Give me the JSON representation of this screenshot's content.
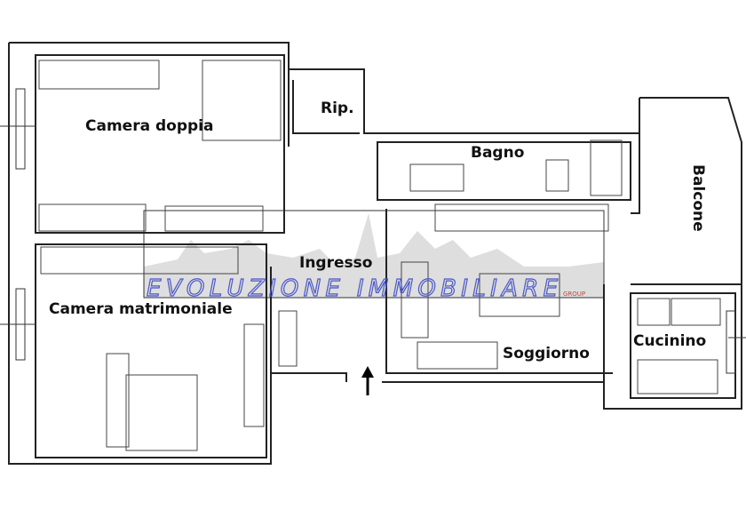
{
  "plan": {
    "rooms": {
      "camera_doppia": "Camera doppia",
      "ripostiglio": "Rip.",
      "bagno": "Bagno",
      "balcone": "Balcone",
      "ingresso": "Ingresso",
      "camera_matrimoniale": "Camera matrimoniale",
      "soggiorno": "Soggiorno",
      "cucinino": "Cucinino"
    },
    "watermark": {
      "brand": "EVOLUZIONE IMMOBILIARE",
      "suffix": "GROUP"
    }
  }
}
